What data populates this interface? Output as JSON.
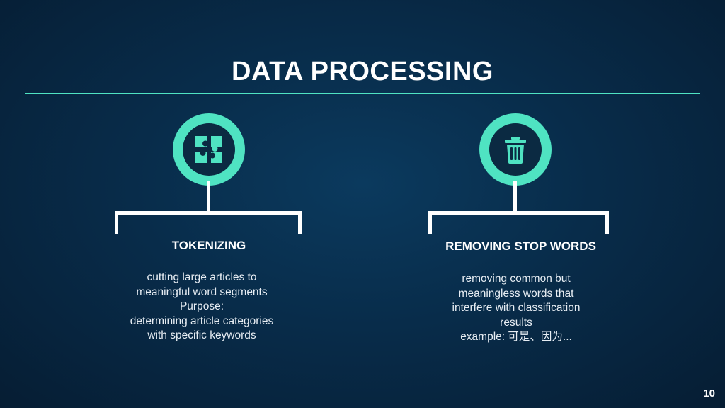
{
  "slide": {
    "title": "DATA PROCESSING",
    "page_number": "10",
    "accent_color": "#4fe3c2",
    "background_color": "#082c4a"
  },
  "items": [
    {
      "icon": "puzzle-icon",
      "heading": "TOKENIZING",
      "lines": [
        "cutting large articles to",
        "meaningful word segments",
        "Purpose:",
        "determining article categories",
        "with specific keywords"
      ]
    },
    {
      "icon": "trash-icon",
      "heading": "REMOVING STOP WORDS",
      "lines": [
        "removing common but",
        "meaningless words that",
        "interfere with classification",
        "results",
        "example: 可是、因为..."
      ]
    }
  ]
}
